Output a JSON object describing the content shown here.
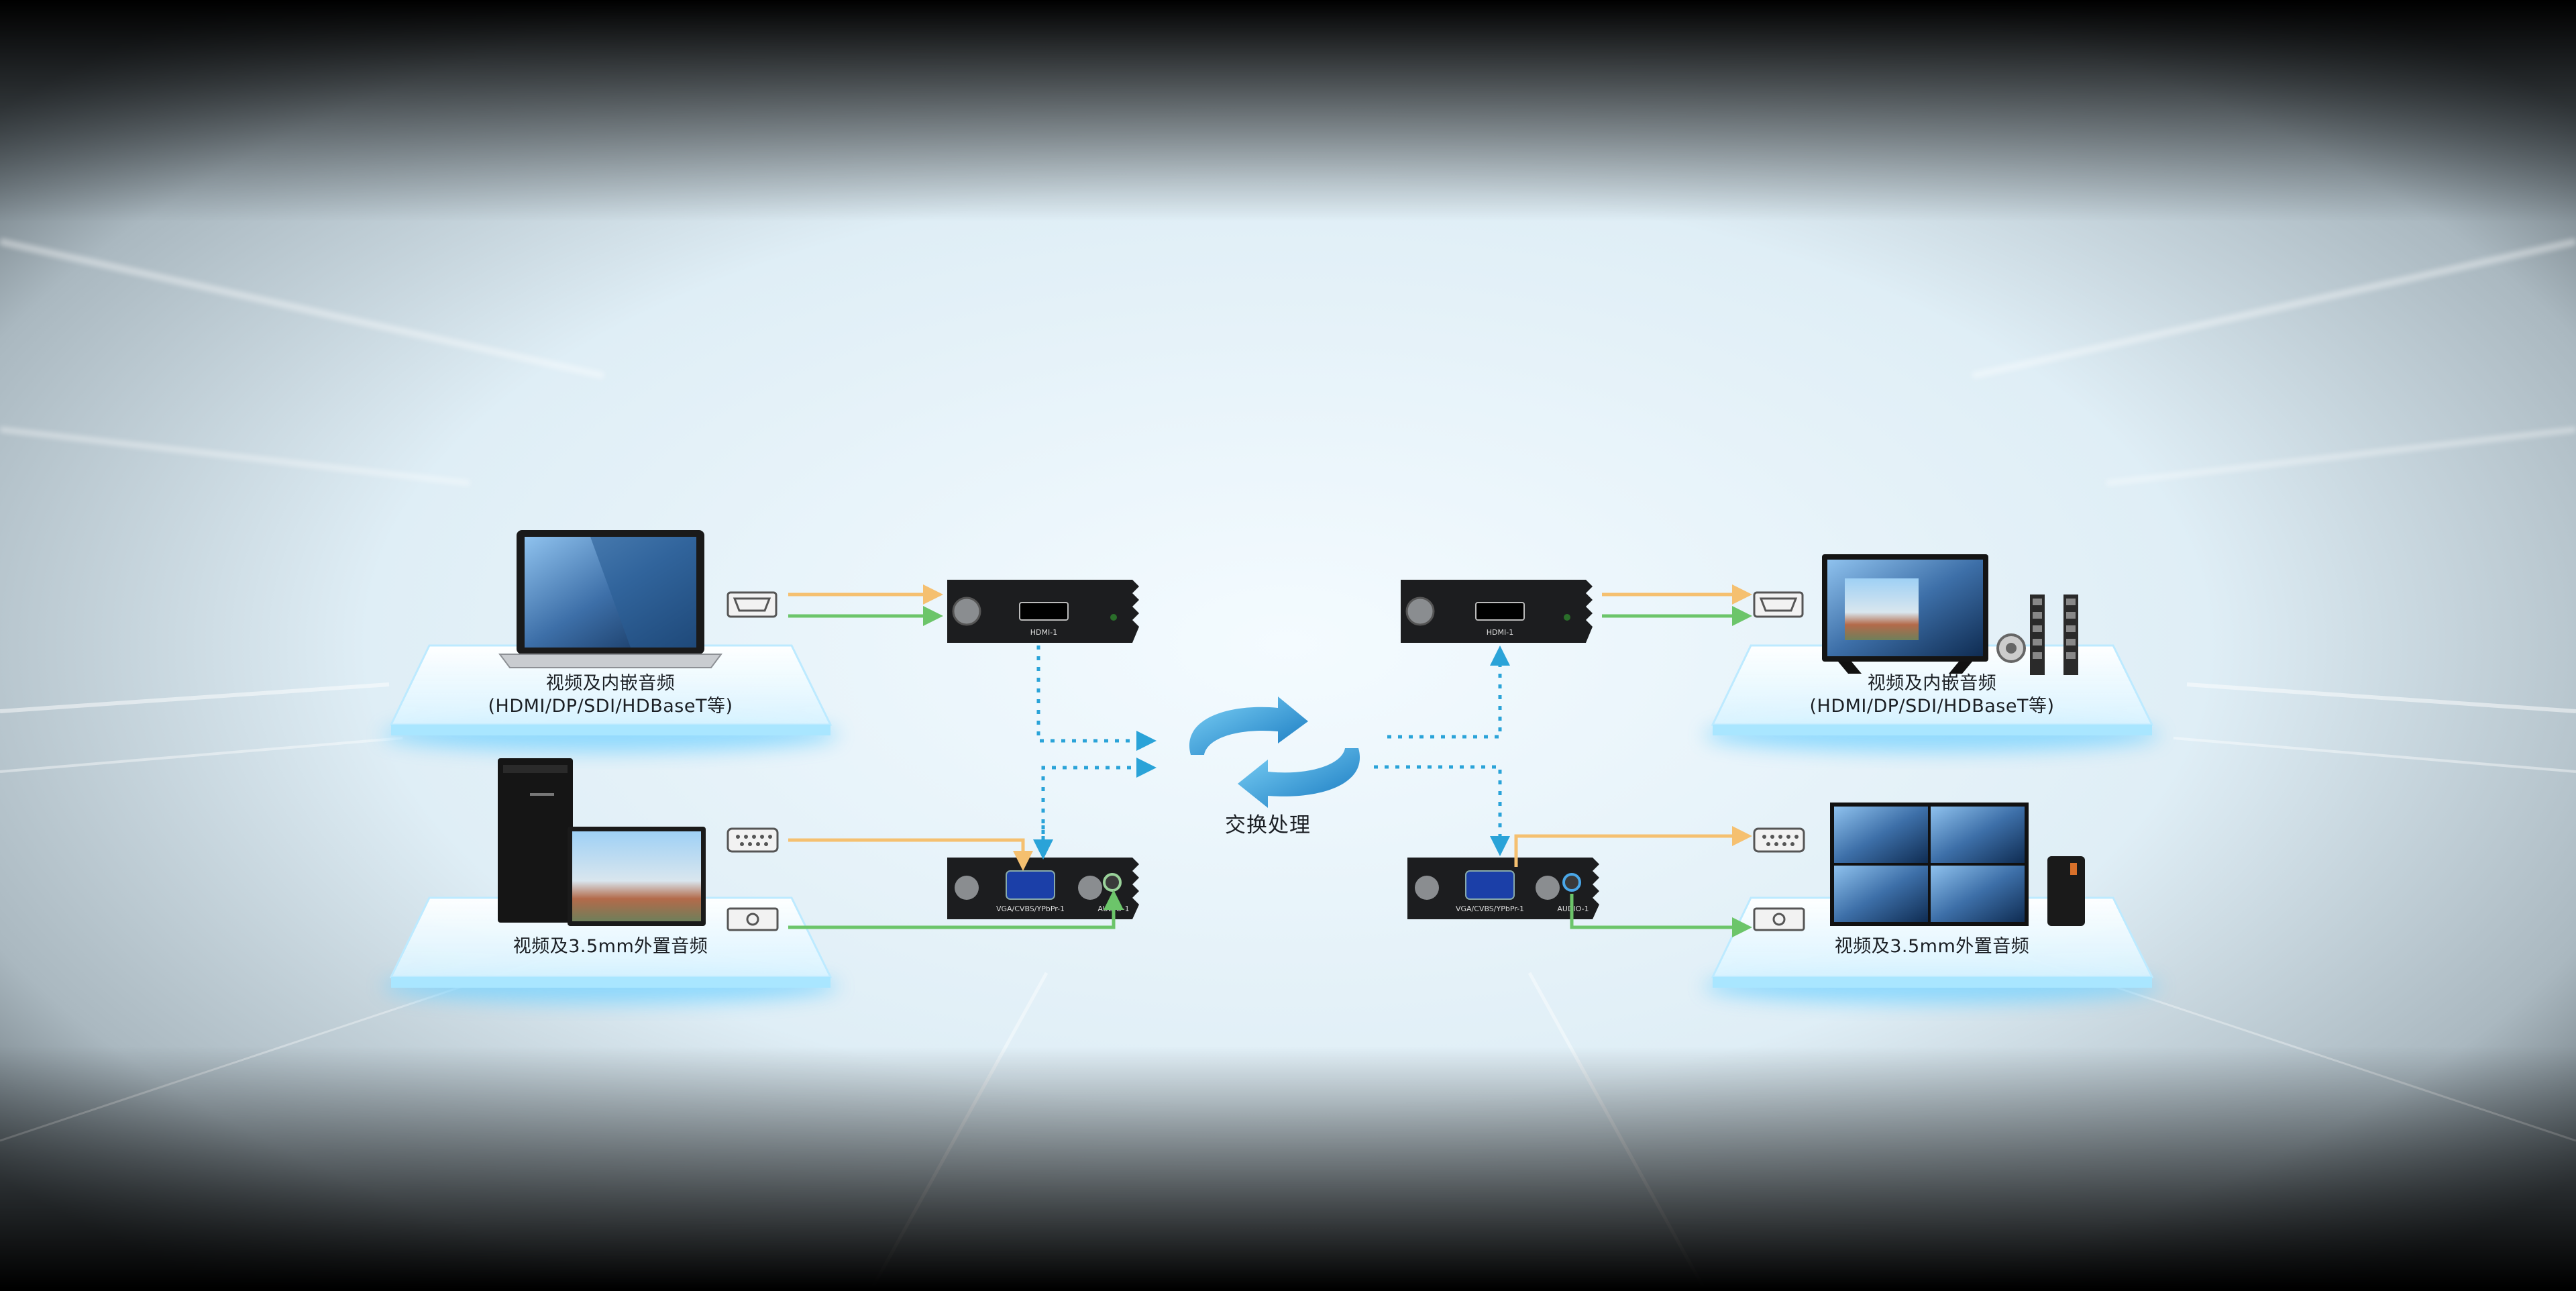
{
  "labels": {
    "left_top": "视频及内嵌音频",
    "left_top_sub": "(HDMI/DP/SDI/HDBaseT等)",
    "left_bottom": "视频及3.5mm外置音频",
    "right_top": "视频及内嵌音频",
    "right_top_sub": "(HDMI/DP/SDI/HDBaseT等)",
    "right_bottom": "视频及3.5mm外置音频",
    "center": "交换处理"
  },
  "module_text": {
    "hdmi_port": "HDMI-1",
    "vga_port": "VGA/CVBS/YPbPr-1",
    "audio_port": "AUDIO-1"
  },
  "icons": [
    "laptop-icon",
    "desktop-pc-icon",
    "monitor-icon",
    "tv-icon",
    "video-wall-icon",
    "speaker-icon",
    "hdmi-port-icon",
    "vga-port-icon",
    "audio-port-icon",
    "exchange-cycle-icon"
  ],
  "colors": {
    "video_line": "#f5c070",
    "audio_line": "#6cc56a",
    "dotted_line": "#2aa3d8",
    "platform_glow": "#8fdcff",
    "module_body": "#1c1d1f"
  }
}
